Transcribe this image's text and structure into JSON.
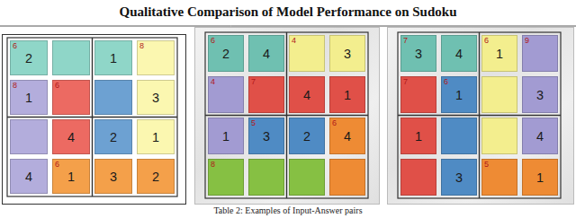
{
  "diagram": {
    "title": "Qualitative Comparison of Model Performance on Sudoku",
    "caption": "Table 2: Examples of Input-Answer pairs",
    "nodes": [
      {
        "text": [
          "6",
          "2"
        ]
      },
      {
        "text": [
          "1"
        ]
      },
      {
        "text": [
          "8"
        ]
      },
      {
        "text": [
          "8",
          "1"
        ]
      },
      {
        "text": [
          "6"
        ]
      },
      {
        "text": [
          "3"
        ]
      },
      {
        "text": [
          "4"
        ]
      },
      {
        "text": [
          "2"
        ]
      },
      {
        "text": [
          "1"
        ]
      },
      {
        "text": [
          "4"
        ]
      },
      {
        "text": [
          "6",
          "1"
        ]
      },
      {
        "text": [
          "3"
        ]
      },
      {
        "text": [
          "2"
        ]
      },
      {
        "text": [
          "6",
          "2"
        ]
      },
      {
        "text": [
          "4"
        ]
      },
      {
        "text": [
          "4"
        ]
      },
      {
        "text": [
          "3"
        ]
      },
      {
        "text": [
          "4"
        ]
      },
      {
        "text": [
          "7"
        ]
      },
      {
        "text": [
          "4"
        ]
      },
      {
        "text": [
          "1"
        ]
      },
      {
        "text": [
          "1"
        ]
      },
      {
        "text": [
          "5",
          "3"
        ]
      },
      {
        "text": [
          "2"
        ]
      },
      {
        "text": [
          "6",
          "4"
        ]
      },
      {
        "text": [
          "8"
        ]
      },
      {
        "text": [
          "7",
          "3"
        ]
      },
      {
        "text": [
          "4"
        ]
      },
      {
        "text": [
          "6",
          "1"
        ]
      },
      {
        "text": [
          "9"
        ]
      },
      {
        "text": [
          "7"
        ]
      },
      {
        "text": [
          "6",
          "1"
        ]
      },
      {
        "text": [
          "3"
        ]
      },
      {
        "text": [
          "1"
        ]
      },
      {
        "text": [
          "4"
        ]
      },
      {
        "text": [
          "3"
        ]
      },
      {
        "text": [
          "5"
        ]
      },
      {
        "text": [
          "1"
        ]
      }
    ]
  }
}
